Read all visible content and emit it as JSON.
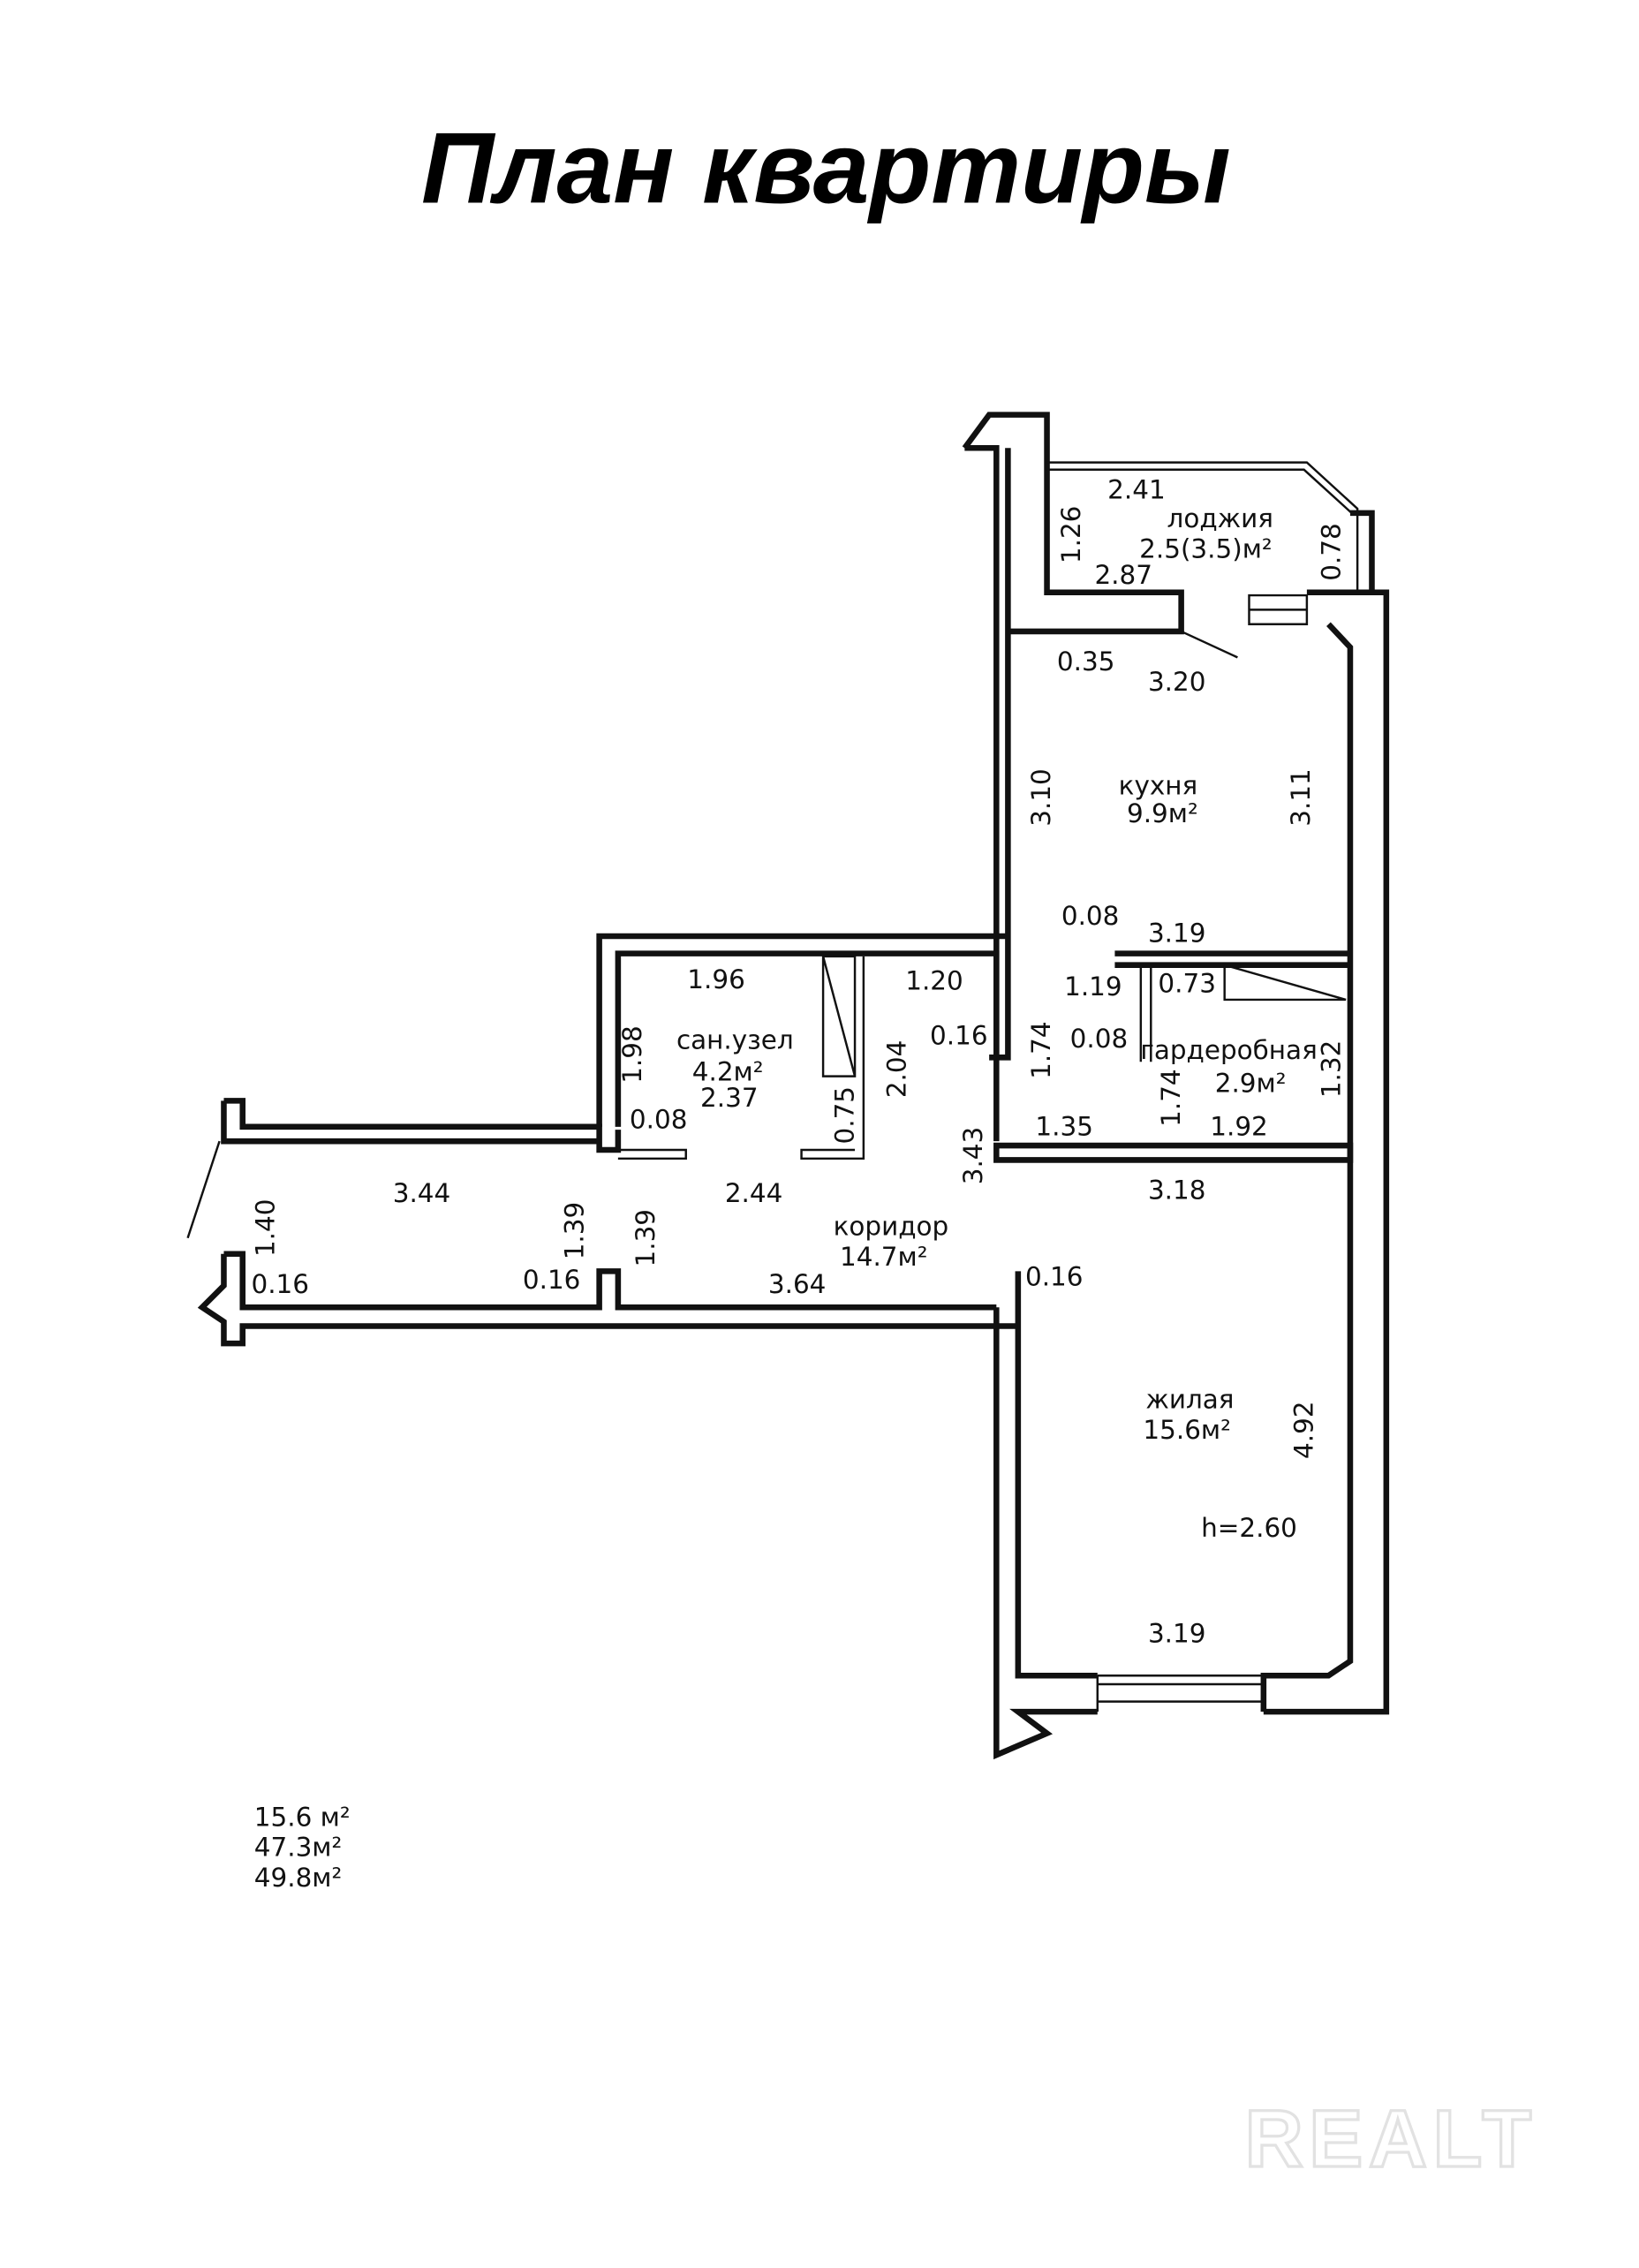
{
  "title": "План квартиры",
  "rooms": {
    "loggia": {
      "name": "лоджия",
      "area": "2.5(3.5)м²"
    },
    "kitchen": {
      "name": "кухня",
      "area": "9.9м²"
    },
    "bathroom": {
      "name": "сан.узел",
      "area": "4.2м²"
    },
    "wardrobe": {
      "name": "гардеробная",
      "area": "2.9м²"
    },
    "corridor": {
      "name": "коридор",
      "area": "14.7м²"
    },
    "living": {
      "name": "жилая",
      "area": "15.6м²"
    }
  },
  "ceiling_height": "h=2.60",
  "dims": [
    "2.41",
    "1.26",
    "0.78",
    "2.87",
    "0.35",
    "3.20",
    "3.10",
    "3.11",
    "0.08",
    "3.19",
    "1.96",
    "1.20",
    "1.19",
    "0.73",
    "1.98",
    "2.04",
    "0.16",
    "1.74",
    "0.08",
    "1.74",
    "1.32",
    "0.08",
    "2.37",
    "0.75",
    "3.43",
    "1.35",
    "1.92",
    "3.44",
    "2.44",
    "3.18",
    "1.40",
    "1.39",
    "1.39",
    "0.16",
    "0.16",
    "3.64",
    "0.16",
    "4.92",
    "3.19"
  ],
  "totals": [
    "15.6 м²",
    "47.3м²",
    "49.8м²"
  ],
  "watermark": "REALT"
}
